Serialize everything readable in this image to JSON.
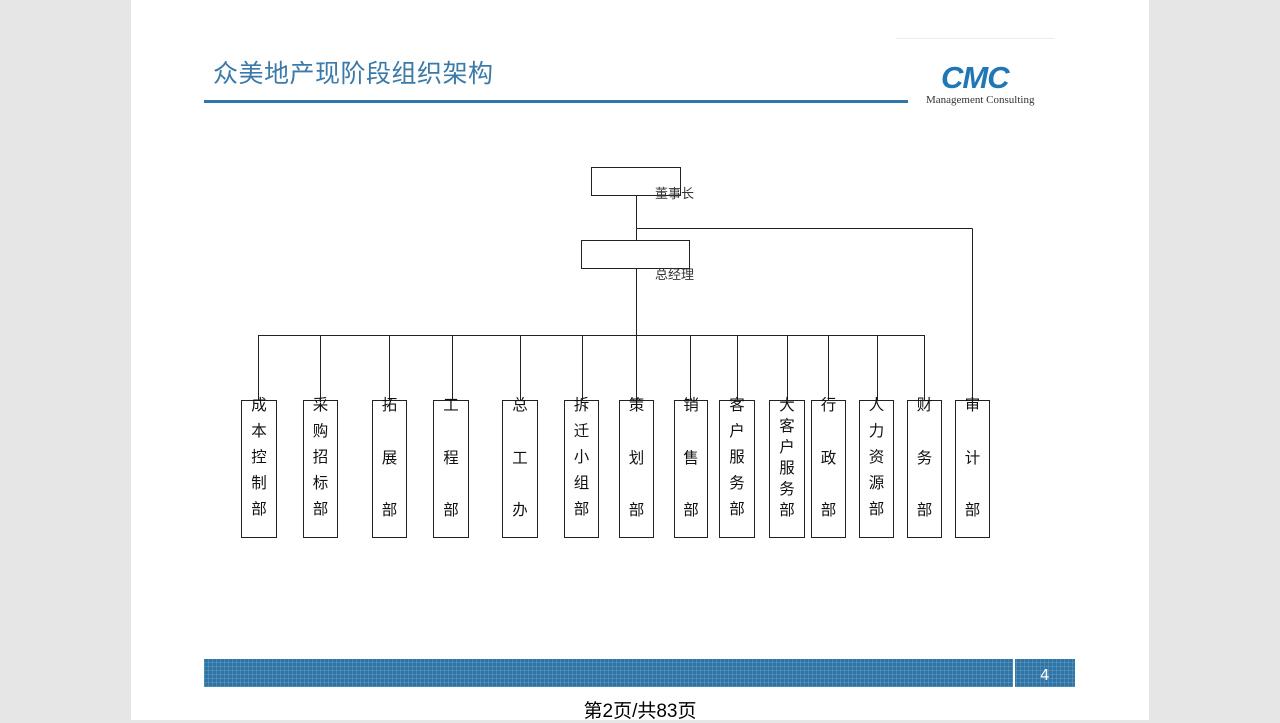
{
  "slide": {
    "title": "众美地产现阶段组织架构",
    "logo": {
      "mark": "CMC",
      "subtitle": "Management Consulting",
      "color": "#1f77b4"
    },
    "page_number": "4",
    "page_info": "第2页/共83页",
    "accent_color": "#2e77a6"
  },
  "org": {
    "chairman": "董事长",
    "general_manager": "总经理",
    "departments": [
      {
        "name": "成本控制部"
      },
      {
        "name": "采购招标部"
      },
      {
        "name": "拓展部"
      },
      {
        "name": "工程部"
      },
      {
        "name": "总工办"
      },
      {
        "name": "拆迁小组部"
      },
      {
        "name": "策划部"
      },
      {
        "name": "销售部"
      },
      {
        "name": "客户服务部"
      },
      {
        "name": "大客户服务部"
      },
      {
        "name": "行政部"
      },
      {
        "name": "人力资源部"
      },
      {
        "name": "财务部"
      },
      {
        "name": "审计部"
      }
    ]
  }
}
